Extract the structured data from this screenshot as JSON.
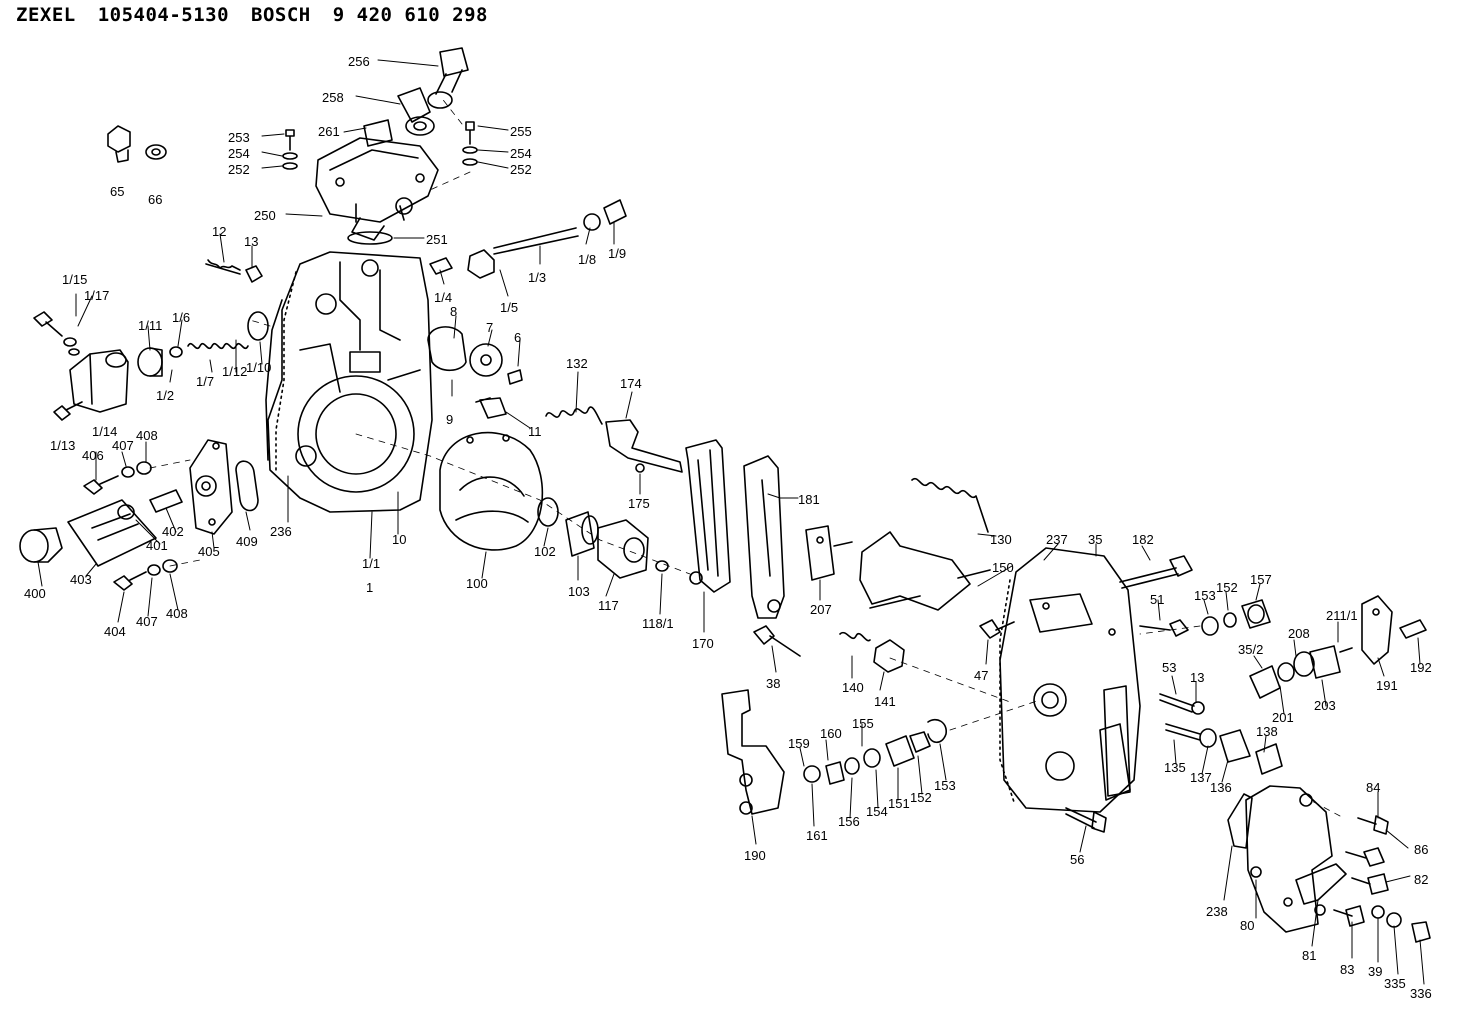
{
  "header": {
    "brand1": "ZEXEL",
    "part1": "105404-5130",
    "brand2": "BOSCH",
    "part2": "9 420 610 298"
  },
  "labels": [
    {
      "text": "256"
    },
    {
      "text": "258"
    },
    {
      "text": "261"
    },
    {
      "text": "253"
    },
    {
      "text": "254"
    },
    {
      "text": "252"
    },
    {
      "text": "255"
    },
    {
      "text": "254"
    },
    {
      "text": "252"
    },
    {
      "text": "65"
    },
    {
      "text": "66"
    },
    {
      "text": "250"
    },
    {
      "text": "251"
    },
    {
      "text": "1/8"
    },
    {
      "text": "1/9"
    },
    {
      "text": "1/3"
    },
    {
      "text": "1/5"
    },
    {
      "text": "1/4"
    },
    {
      "text": "12"
    },
    {
      "text": "13"
    },
    {
      "text": "1/15"
    },
    {
      "text": "1/17"
    },
    {
      "text": "1/11"
    },
    {
      "text": "1/6"
    },
    {
      "text": "1/2"
    },
    {
      "text": "1/7"
    },
    {
      "text": "1/12"
    },
    {
      "text": "1/10"
    },
    {
      "text": "1/13"
    },
    {
      "text": "1/14"
    },
    {
      "text": "8"
    },
    {
      "text": "7"
    },
    {
      "text": "6"
    },
    {
      "text": "9"
    },
    {
      "text": "11"
    },
    {
      "text": "132"
    },
    {
      "text": "174"
    },
    {
      "text": "175"
    },
    {
      "text": "406"
    },
    {
      "text": "407"
    },
    {
      "text": "408"
    },
    {
      "text": "236"
    },
    {
      "text": "409"
    },
    {
      "text": "405"
    },
    {
      "text": "402"
    },
    {
      "text": "401"
    },
    {
      "text": "400"
    },
    {
      "text": "403"
    },
    {
      "text": "404"
    },
    {
      "text": "407"
    },
    {
      "text": "408"
    },
    {
      "text": "1/1"
    },
    {
      "text": "1"
    },
    {
      "text": "10"
    },
    {
      "text": "100"
    },
    {
      "text": "102"
    },
    {
      "text": "103"
    },
    {
      "text": "117"
    },
    {
      "text": "118/1"
    },
    {
      "text": "170"
    },
    {
      "text": "181"
    },
    {
      "text": "207"
    },
    {
      "text": "38"
    },
    {
      "text": "140"
    },
    {
      "text": "141"
    },
    {
      "text": "130"
    },
    {
      "text": "150"
    },
    {
      "text": "237"
    },
    {
      "text": "35"
    },
    {
      "text": "182"
    },
    {
      "text": "51"
    },
    {
      "text": "153"
    },
    {
      "text": "152"
    },
    {
      "text": "157"
    },
    {
      "text": "47"
    },
    {
      "text": "53"
    },
    {
      "text": "13"
    },
    {
      "text": "35/2"
    },
    {
      "text": "208"
    },
    {
      "text": "211/1"
    },
    {
      "text": "192"
    },
    {
      "text": "201"
    },
    {
      "text": "203"
    },
    {
      "text": "191"
    },
    {
      "text": "135"
    },
    {
      "text": "137"
    },
    {
      "text": "136"
    },
    {
      "text": "138"
    },
    {
      "text": "159"
    },
    {
      "text": "160"
    },
    {
      "text": "155"
    },
    {
      "text": "161"
    },
    {
      "text": "156"
    },
    {
      "text": "154"
    },
    {
      "text": "151"
    },
    {
      "text": "152"
    },
    {
      "text": "153"
    },
    {
      "text": "190"
    },
    {
      "text": "56"
    },
    {
      "text": "84"
    },
    {
      "text": "86"
    },
    {
      "text": "82"
    },
    {
      "text": "238"
    },
    {
      "text": "80"
    },
    {
      "text": "81"
    },
    {
      "text": "83"
    },
    {
      "text": "39"
    },
    {
      "text": "335"
    },
    {
      "text": "336"
    }
  ]
}
